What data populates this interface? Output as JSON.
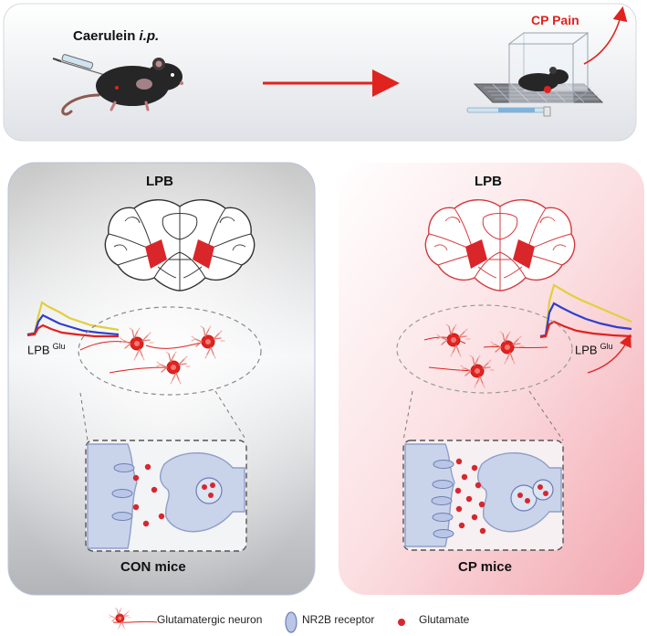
{
  "top": {
    "title_main": "Caerulein",
    "title_italic": "i.p.",
    "outcome": "CP Pain"
  },
  "panels": [
    {
      "region": "LPB",
      "trace_label": "LPB",
      "trace_sup": "Glu",
      "caption": "CON mice"
    },
    {
      "region": "LPB",
      "trace_label": "LPB",
      "trace_sup": "Glu",
      "caption": "CP mice"
    }
  ],
  "legend": {
    "neuron": "Glutamatergic neuron",
    "receptor": "NR2B receptor",
    "glutamate": "Glutamate"
  },
  "colors": {
    "accent_red": "#e0231f",
    "trace_yellow": "#e3cf3c",
    "trace_blue": "#2f3fcf",
    "trace_red": "#e0231f",
    "receptor_blue": "#b9c6e6",
    "cell_blue": "#c9d3ea"
  }
}
